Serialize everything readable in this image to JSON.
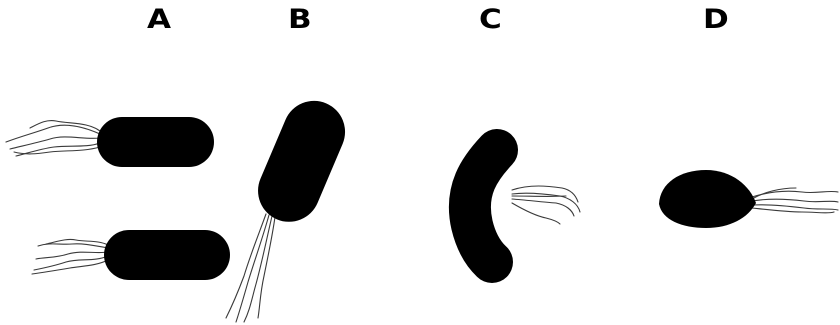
{
  "panels": [
    {
      "id": "A",
      "label": "A"
    },
    {
      "id": "B",
      "label": "B"
    },
    {
      "id": "C",
      "label": "C"
    },
    {
      "id": "D",
      "label": "D"
    }
  ],
  "colors": {
    "cell": "#000000",
    "flagellum": "#3a3a3a",
    "background": "#ffffff"
  }
}
